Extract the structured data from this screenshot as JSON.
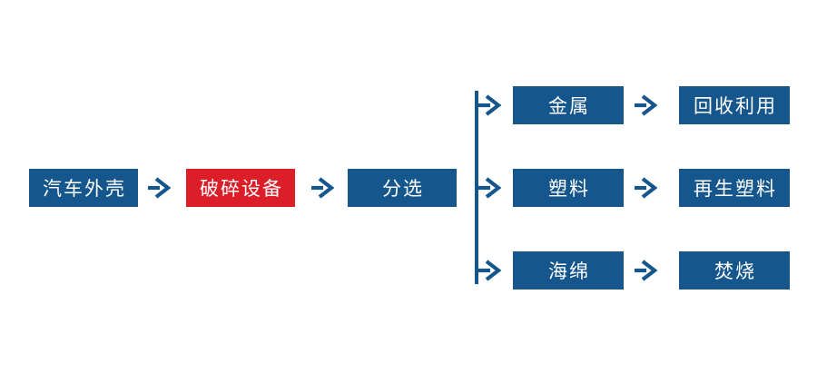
{
  "colors": {
    "primary": "#15568C",
    "accent": "#DC1E28",
    "node_text": "#FFFFFF",
    "background": "#FFFFFF"
  },
  "nodes": {
    "car_shell": {
      "label": "汽车外壳"
    },
    "crusher": {
      "label": "破碎设备"
    },
    "sorting": {
      "label": "分选"
    },
    "metal": {
      "label": "金属"
    },
    "recycling": {
      "label": "回收利用"
    },
    "plastic": {
      "label": "塑料"
    },
    "recycled_plastic": {
      "label": "再生塑料"
    },
    "sponge": {
      "label": "海绵"
    },
    "incineration": {
      "label": "焚烧"
    }
  },
  "diagram": {
    "type": "flowchart",
    "flows": [
      "汽车外壳 → 破碎设备 → 分选",
      "分选 → 金属 → 回收利用",
      "分选 → 塑料 → 再生塑料",
      "分选 → 海绵 → 焚烧"
    ]
  }
}
